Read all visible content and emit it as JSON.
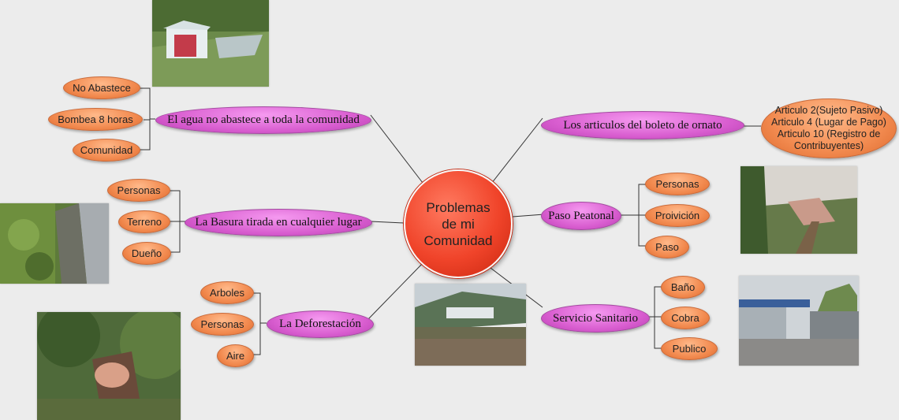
{
  "center": {
    "lines": [
      "Problemas",
      "de mi",
      "Comunidad"
    ]
  },
  "branches": [
    {
      "label": "El agua no abastece a toda la comunidad",
      "children": [
        "No Abastece",
        "Bombea 8 horas",
        "Comunidad"
      ]
    },
    {
      "label": "La Basura tirada en cualquier lugar",
      "children": [
        "Personas",
        "Terreno",
        "Dueño"
      ]
    },
    {
      "label": "La Deforestación",
      "children": [
        "Arboles",
        "Personas",
        "Aire"
      ]
    },
    {
      "label": "Los articulos del boleto de ornato",
      "children": [
        [
          "Articulo 2(Sujeto Pasivo)",
          "Articulo 4 (Lugar de Pago)",
          "Articulo 10 (Registro de",
          "Contribuyentes)"
        ]
      ]
    },
    {
      "label": "Paso Peatonal",
      "children": [
        "Personas",
        "Proivición",
        "Paso"
      ]
    },
    {
      "label": "Servicio Sanitario",
      "children": [
        "Baño",
        "Cobra",
        "Publico"
      ]
    }
  ],
  "photos": [
    "water-tank-photo",
    "roadside-trash-photo",
    "cut-tree-stump-photo",
    "valley-village-photo",
    "footpath-photo",
    "roadside-building-photo"
  ],
  "colors": {
    "background": "#ececec",
    "center": "#f0442a",
    "branch": "#d95ed0",
    "leaf": "#f28a4f",
    "line": "#333333"
  }
}
